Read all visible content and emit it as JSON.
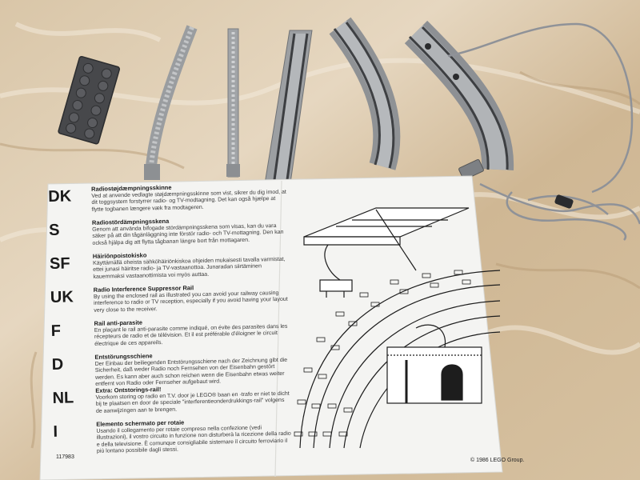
{
  "instruction_sheet": {
    "sections": [
      {
        "code": "DK",
        "title": "Radiostøjdæmpningsskinne",
        "text": "Ved at anvende vedlagte støjdæmpningsskinne som vist, sikrer du dig imod, at dit toggsystem forstyrrer radio- og TV-modtagning. Det kan også hjælpe at flytte togbanen længere væk fra modtageren."
      },
      {
        "code": "S",
        "title": "Radiostördämpningsskena",
        "text": "Genom att använda bifogade stördämpningsskena som visas, kan du vara säker på att din tågänläggning inte förstör radio- och TV-mottagning. Den kan också hjälpa dig att flytta tågbanan längre bort från mottagaren."
      },
      {
        "code": "SF",
        "title": "Häiriönpoistokisko",
        "text": "Käyttämällä oheista sähköhäiriönkiskoa ohjeiden mukaisesti tavalla varmistat, ettei junasi häiritse radio- ja TV-vastaanottoa. Junaradan siirtäminen kauemmaksi vastaanottimista voi myös auttaa."
      },
      {
        "code": "UK",
        "title": "Radio Interference Suppressor Rail",
        "text": "By using the enclosed rail as illustrated you can avoid your railway causing interference to radio or TV reception, especially if you avoid having your layout very close to the receiver."
      },
      {
        "code": "F",
        "title": "Rail anti-parasite",
        "text": "En plaçant le rail anti-parasite comme indiqué, on évite des parasites dans les récepteurs de radio et de télévision. Et il est préférable d'éloigner le circuit électrique de ces appareils."
      },
      {
        "code": "D",
        "title": "Entstörungsschiene",
        "text": "Der Einbau der beiliegenden Entstörungsschiene nach der Zeichnung gibt die Sicherheit, daß weder Radio noch Fernsehen von der Eisenbahn gestört werden. Es kann aber auch schon reichen wenn die Eisenbahn etwas weiter entfernt von Radio oder Fernseher aufgebaut wird."
      },
      {
        "code": "NL",
        "title": "Extra: Ontstorings-rail!",
        "text": "Voorkom storing op radio en T.V. door je LEGO® baan en -trafo er niet te dicht bij te plaatsen en door de speciale \"interferentieonderdrukkings-rail\" volgens de aanwijzingen aan te brengen."
      },
      {
        "code": "I",
        "title": "Elemento schermato per rotaie",
        "text": "Usando il collegamento per rotaie compreso nella confezione (vedi illustrazioni), il vostro circuito in funzione non disturberà la ricezione della radio e della televisione. È comunque consigliabile sistemare il circuito ferroviario il più lontano possibile dagli stessi."
      }
    ],
    "part_number": "117983",
    "copyright": "© 1986 LEGO Group."
  },
  "colors": {
    "marble": "#d8c4a6",
    "marble_vein": "#efe4d2",
    "track_grey": "#9da0a3",
    "track_dark": "#55585c",
    "brick_dark": "#4b4c4f",
    "paper": "#f6f6f4"
  }
}
